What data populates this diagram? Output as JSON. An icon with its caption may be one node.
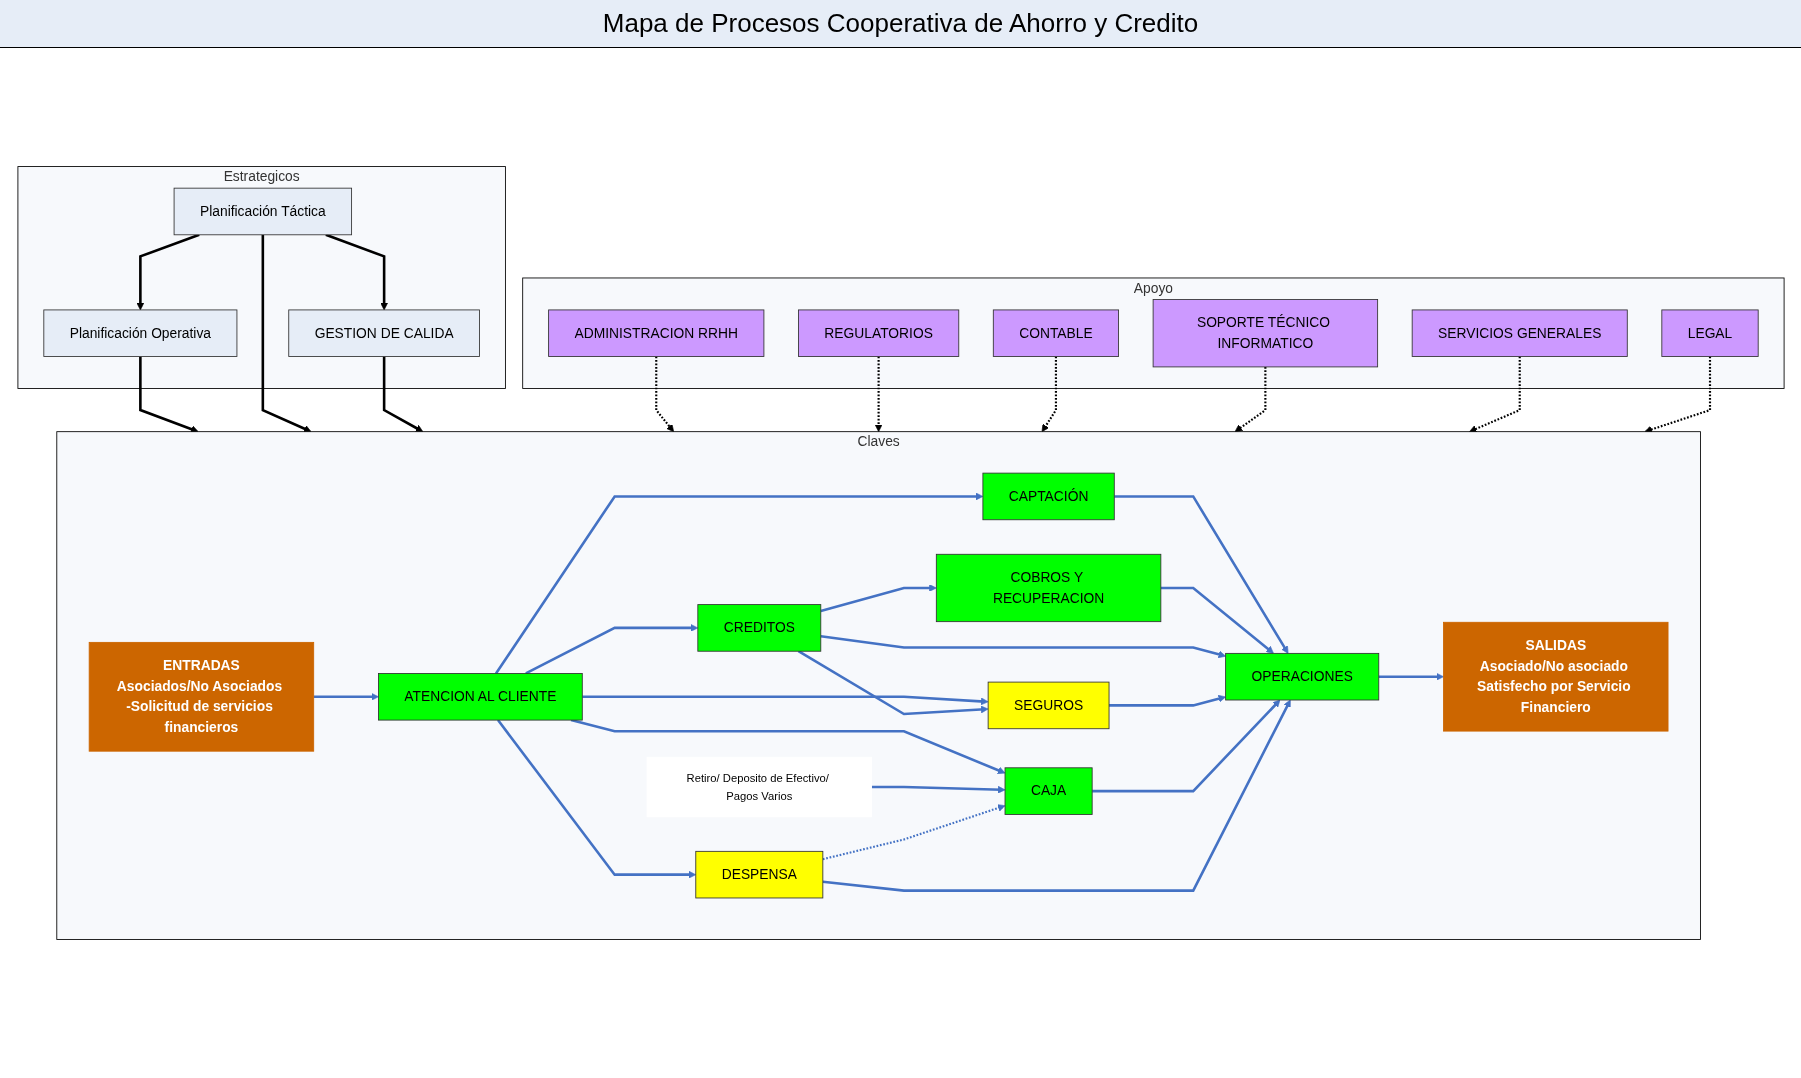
{
  "diagram": {
    "title": "Mapa de Procesos Cooperativa de Ahorro y Credito",
    "nodes": [
      {
        "text": [
          "Estrategicos"
        ]
      },
      {
        "text": [
          "Planificación Operativa"
        ],
        "in": 0
      },
      {
        "text": [
          "Planificación Táctica"
        ],
        "in": 0
      },
      {
        "text": [
          "GESTION DE CALIDA"
        ],
        "in": 0
      },
      {
        "text": [
          "Claves"
        ]
      },
      {
        "text": [
          "ENTRADAS",
          "Asociados/No Asociados -Solicitud de servicios financieros"
        ],
        "in": 4
      },
      {
        "text": [
          "ATENCION AL CLIENTE"
        ],
        "in": 4
      },
      {
        "text": [
          "Retiro/ Deposito de Efectivo/ Pagos Varios"
        ],
        "in": 4
      },
      {
        "text": [
          "CAPTACIÓN"
        ],
        "in": 4
      },
      {
        "text": [
          "CREDITOS"
        ],
        "in": 4
      },
      {
        "text": [
          "COBROS Y RECUPERACION"
        ],
        "in": 4
      },
      {
        "text": [
          "SEGUROS"
        ],
        "in": 4
      },
      {
        "text": [
          "CAJA"
        ],
        "in": 4
      },
      {
        "text": [
          "DESPENSA"
        ],
        "in": 4
      },
      {
        "text": [
          "OPERACIONES"
        ],
        "in": 4
      },
      {
        "text": [
          "SALIDAS",
          "Asociado/No asociado Satisfecho por Servicio Financiero"
        ],
        "in": 4
      },
      {
        "text": [
          "Apoyo"
        ]
      },
      {
        "text": [
          "ADMINISTRACION RRHH"
        ],
        "in": 16
      },
      {
        "text": [
          "REGULATORIOS"
        ],
        "in": 16
      },
      {
        "text": [
          "CONTABLE"
        ],
        "in": 16
      },
      {
        "text": [
          "SOPORTE TÉCNICO INFORMATICO"
        ],
        "in": 16
      },
      {
        "text": [
          "SERVICIOS GENERALES"
        ],
        "in": 16
      },
      {
        "text": [
          "LEGAL"
        ],
        "in": 16
      }
    ],
    "edges": [
      {
        "from": 2,
        "to": 1,
        "arrow": "to",
        "color": "#000000"
      },
      {
        "from": 2,
        "to": 3,
        "arrow": "to",
        "color": "#000000"
      },
      {
        "from": 1,
        "to": 4,
        "arrow": "to",
        "color": "#000000"
      },
      {
        "from": 2,
        "to": 4,
        "arrow": "to",
        "color": "#000000"
      },
      {
        "from": 3,
        "to": 4,
        "arrow": "to",
        "color": "#000000"
      },
      {
        "from": 5,
        "to": 6,
        "arrow": "to"
      },
      {
        "from": 6,
        "to": 8,
        "arrow": "to"
      },
      {
        "from": 6,
        "to": 9,
        "arrow": "to"
      },
      {
        "from": 6,
        "to": 11,
        "arrow": "to"
      },
      {
        "from": 6,
        "to": 12,
        "arrow": "to"
      },
      {
        "from": 6,
        "to": 13,
        "arrow": "to"
      },
      {
        "from": 7,
        "to": 12,
        "arrow": "to"
      },
      {
        "from": 9,
        "to": 10,
        "arrow": "to"
      },
      {
        "from": 9,
        "to": 11,
        "arrow": "to"
      },
      {
        "from": 8,
        "to": 14,
        "arrow": "to"
      },
      {
        "from": 10,
        "to": 14,
        "arrow": "to"
      },
      {
        "from": 9,
        "to": 14,
        "arrow": "to"
      },
      {
        "from": 11,
        "to": 14,
        "arrow": "to"
      },
      {
        "from": 12,
        "to": 14,
        "arrow": "to"
      },
      {
        "from": 13,
        "to": 14,
        "arrow": "to"
      },
      {
        "from": 13,
        "to": 12,
        "arrow": "to",
        "style": "dashed"
      },
      {
        "from": 14,
        "to": 15,
        "arrow": "to"
      },
      {
        "from": 17,
        "to": 4,
        "arrow": "to",
        "style": "dashed",
        "color": "#000000"
      },
      {
        "from": 18,
        "to": 4,
        "arrow": "to",
        "style": "dashed",
        "color": "#000000"
      },
      {
        "from": 19,
        "to": 4,
        "arrow": "to",
        "style": "dashed",
        "color": "#000000"
      },
      {
        "from": 20,
        "to": 4,
        "arrow": "to",
        "style": "dashed",
        "color": "#000000"
      },
      {
        "from": 21,
        "to": 4,
        "arrow": "to",
        "style": "dashed",
        "color": "#000000"
      },
      {
        "from": 22,
        "to": 4,
        "arrow": "to",
        "style": "dashed",
        "color": "#000000"
      }
    ]
  }
}
